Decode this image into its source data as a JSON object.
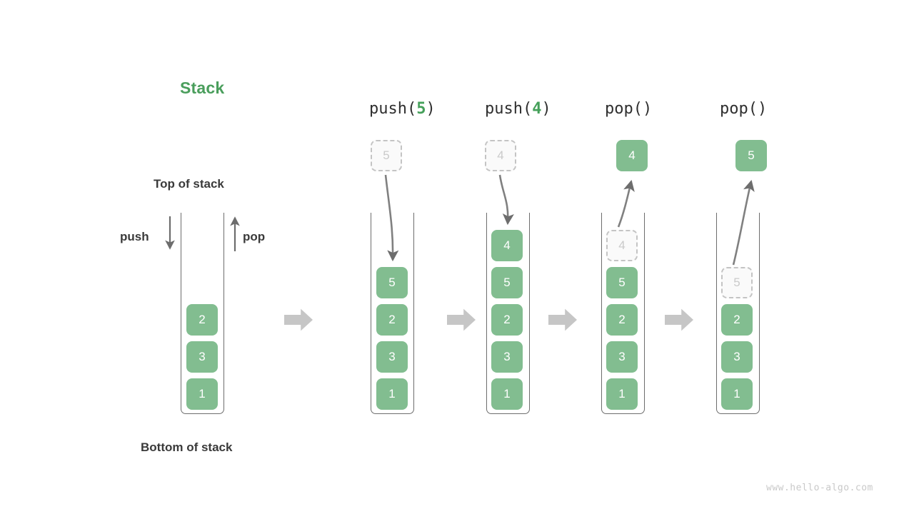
{
  "title": "Stack",
  "labels": {
    "top_of_stack": "Top of stack",
    "bottom_of_stack": "Bottom of stack",
    "push": "push",
    "pop": "pop"
  },
  "watermark": "www.hello-algo.com",
  "colors": {
    "accent_green": "#4a9e5c",
    "cell_green": "#82bd90",
    "ghost_border": "#c4c4c4",
    "ghost_text": "#cacaca",
    "arrow_gray": "#6d6d6d",
    "step_arrow_gray": "#c6c6c6",
    "text_dark": "#3a3a3a"
  },
  "stages": [
    {
      "id": "initial",
      "op_prefix": "",
      "op_arg": "",
      "op_suffix": "",
      "cells": [
        "2",
        "3",
        "1"
      ],
      "floating": null,
      "ghost_in_stack": null
    },
    {
      "id": "push-5",
      "op_prefix": "push(",
      "op_arg": "5",
      "op_suffix": ")",
      "cells": [
        "5",
        "2",
        "3",
        "1"
      ],
      "floating": {
        "value": "5",
        "style": "ghost"
      },
      "ghost_in_stack": null
    },
    {
      "id": "push-4",
      "op_prefix": "push(",
      "op_arg": "4",
      "op_suffix": ")",
      "cells": [
        "4",
        "5",
        "2",
        "3",
        "1"
      ],
      "floating": {
        "value": "4",
        "style": "ghost"
      },
      "ghost_in_stack": null
    },
    {
      "id": "pop-1",
      "op_prefix": "pop()",
      "op_arg": "",
      "op_suffix": "",
      "cells": [
        "5",
        "2",
        "3",
        "1"
      ],
      "floating": {
        "value": "4",
        "style": "solid"
      },
      "ghost_in_stack": {
        "value": "4"
      }
    },
    {
      "id": "pop-2",
      "op_prefix": "pop()",
      "op_arg": "",
      "op_suffix": "",
      "cells": [
        "2",
        "3",
        "1"
      ],
      "floating": {
        "value": "5",
        "style": "solid"
      },
      "ghost_in_stack": {
        "value": "5"
      }
    }
  ]
}
